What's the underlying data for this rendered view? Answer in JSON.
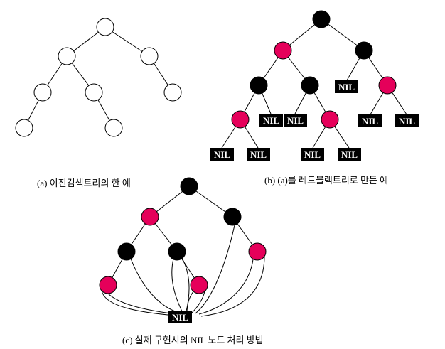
{
  "colors": {
    "red_node": "#e5005a",
    "black_node": "#000000",
    "white_node": "#ffffff",
    "nil_label_text": "#ffffff"
  },
  "captions": {
    "a": "(a) 이진검색트리의 한 예",
    "b": "(b) (a)를 레드블랙트리로 만든 예",
    "c": "(c) 실제 구현시의 NIL 노드 처리 방법"
  },
  "nil_label": "NIL"
}
